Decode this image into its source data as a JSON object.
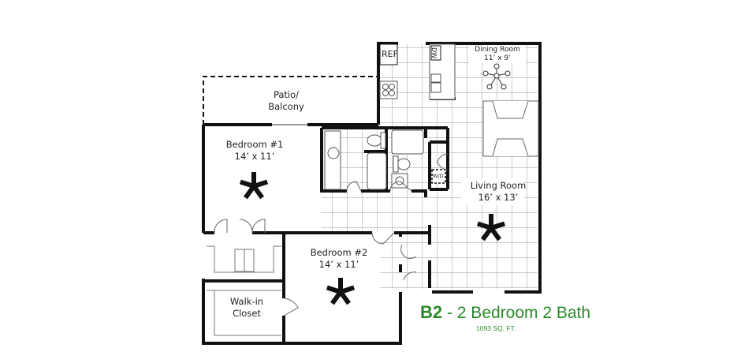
{
  "plan": {
    "code": "B2",
    "separator": " - ",
    "description": "2 Bedroom 2 Bath",
    "area": "1093 SQ. FT."
  },
  "rooms": {
    "patio": {
      "name_line1": "Patio/",
      "name_line2": "Balcony"
    },
    "bedroom1": {
      "name": "Bedroom #1",
      "size": "14’ x 11’"
    },
    "bedroom2": {
      "name": "Bedroom #2",
      "size": "14’ x 11’"
    },
    "dining": {
      "name": "Dining Room",
      "size": "11’ x 9’"
    },
    "living": {
      "name": "Living Room",
      "size": "16’ x 13’"
    },
    "closet": {
      "name_line1": "Walk-in",
      "name_line2": "Closet"
    }
  },
  "appliances": {
    "refrigerator": "REF",
    "dishwasher": "DW",
    "washer_dryer": "W/D"
  },
  "colors": {
    "accent": "#2a8a2a",
    "wall": "#111111",
    "grid": "#9a9a9a"
  }
}
